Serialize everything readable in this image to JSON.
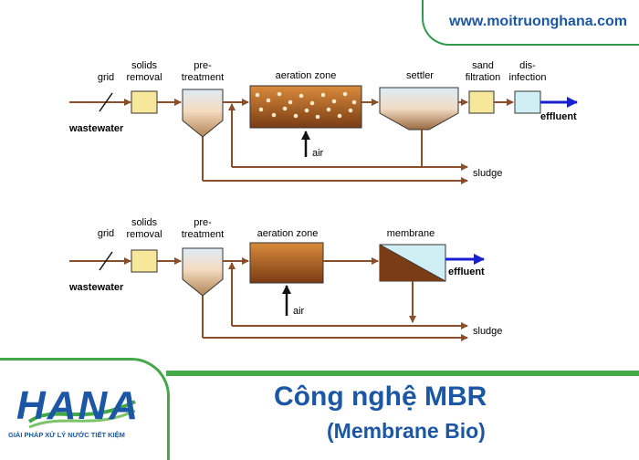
{
  "website": "www.moitruonghana.com",
  "conventional": {
    "grid": "grid",
    "solids_removal": [
      "solids",
      "removal"
    ],
    "pretreatment": [
      "pre-",
      "treatment"
    ],
    "aeration_zone": "aeration zone",
    "settler": "settler",
    "sand_filtration": [
      "sand",
      "filtration"
    ],
    "disinfection": [
      "dis-",
      "infection"
    ],
    "wastewater": "wastewater",
    "air": "air",
    "effluent": "effluent",
    "sludge": "sludge"
  },
  "mbr": {
    "grid": "grid",
    "solids_removal": [
      "solids",
      "removal"
    ],
    "pretreatment": [
      "pre-",
      "treatment"
    ],
    "aeration_zone": "aeration zone",
    "membrane": "membrane",
    "wastewater": "wastewater",
    "air": "air",
    "effluent": "effluent",
    "sludge": "sludge"
  },
  "logo": {
    "word": "HANA",
    "slogan": "GIẢI PHÁP XỬ LÝ NƯỚC TIẾT KIỆM"
  },
  "title": {
    "main": "Công nghệ MBR",
    "sub": "(Membrane Bio)"
  },
  "colors": {
    "pipe": "#8a4f2a",
    "effluent_arrow": "#1a1fd0",
    "brand_blue": "#1c57a5",
    "brand_green": "#43a948",
    "solids_box": "#f6e79a",
    "filter_box": "#cfeff5"
  }
}
